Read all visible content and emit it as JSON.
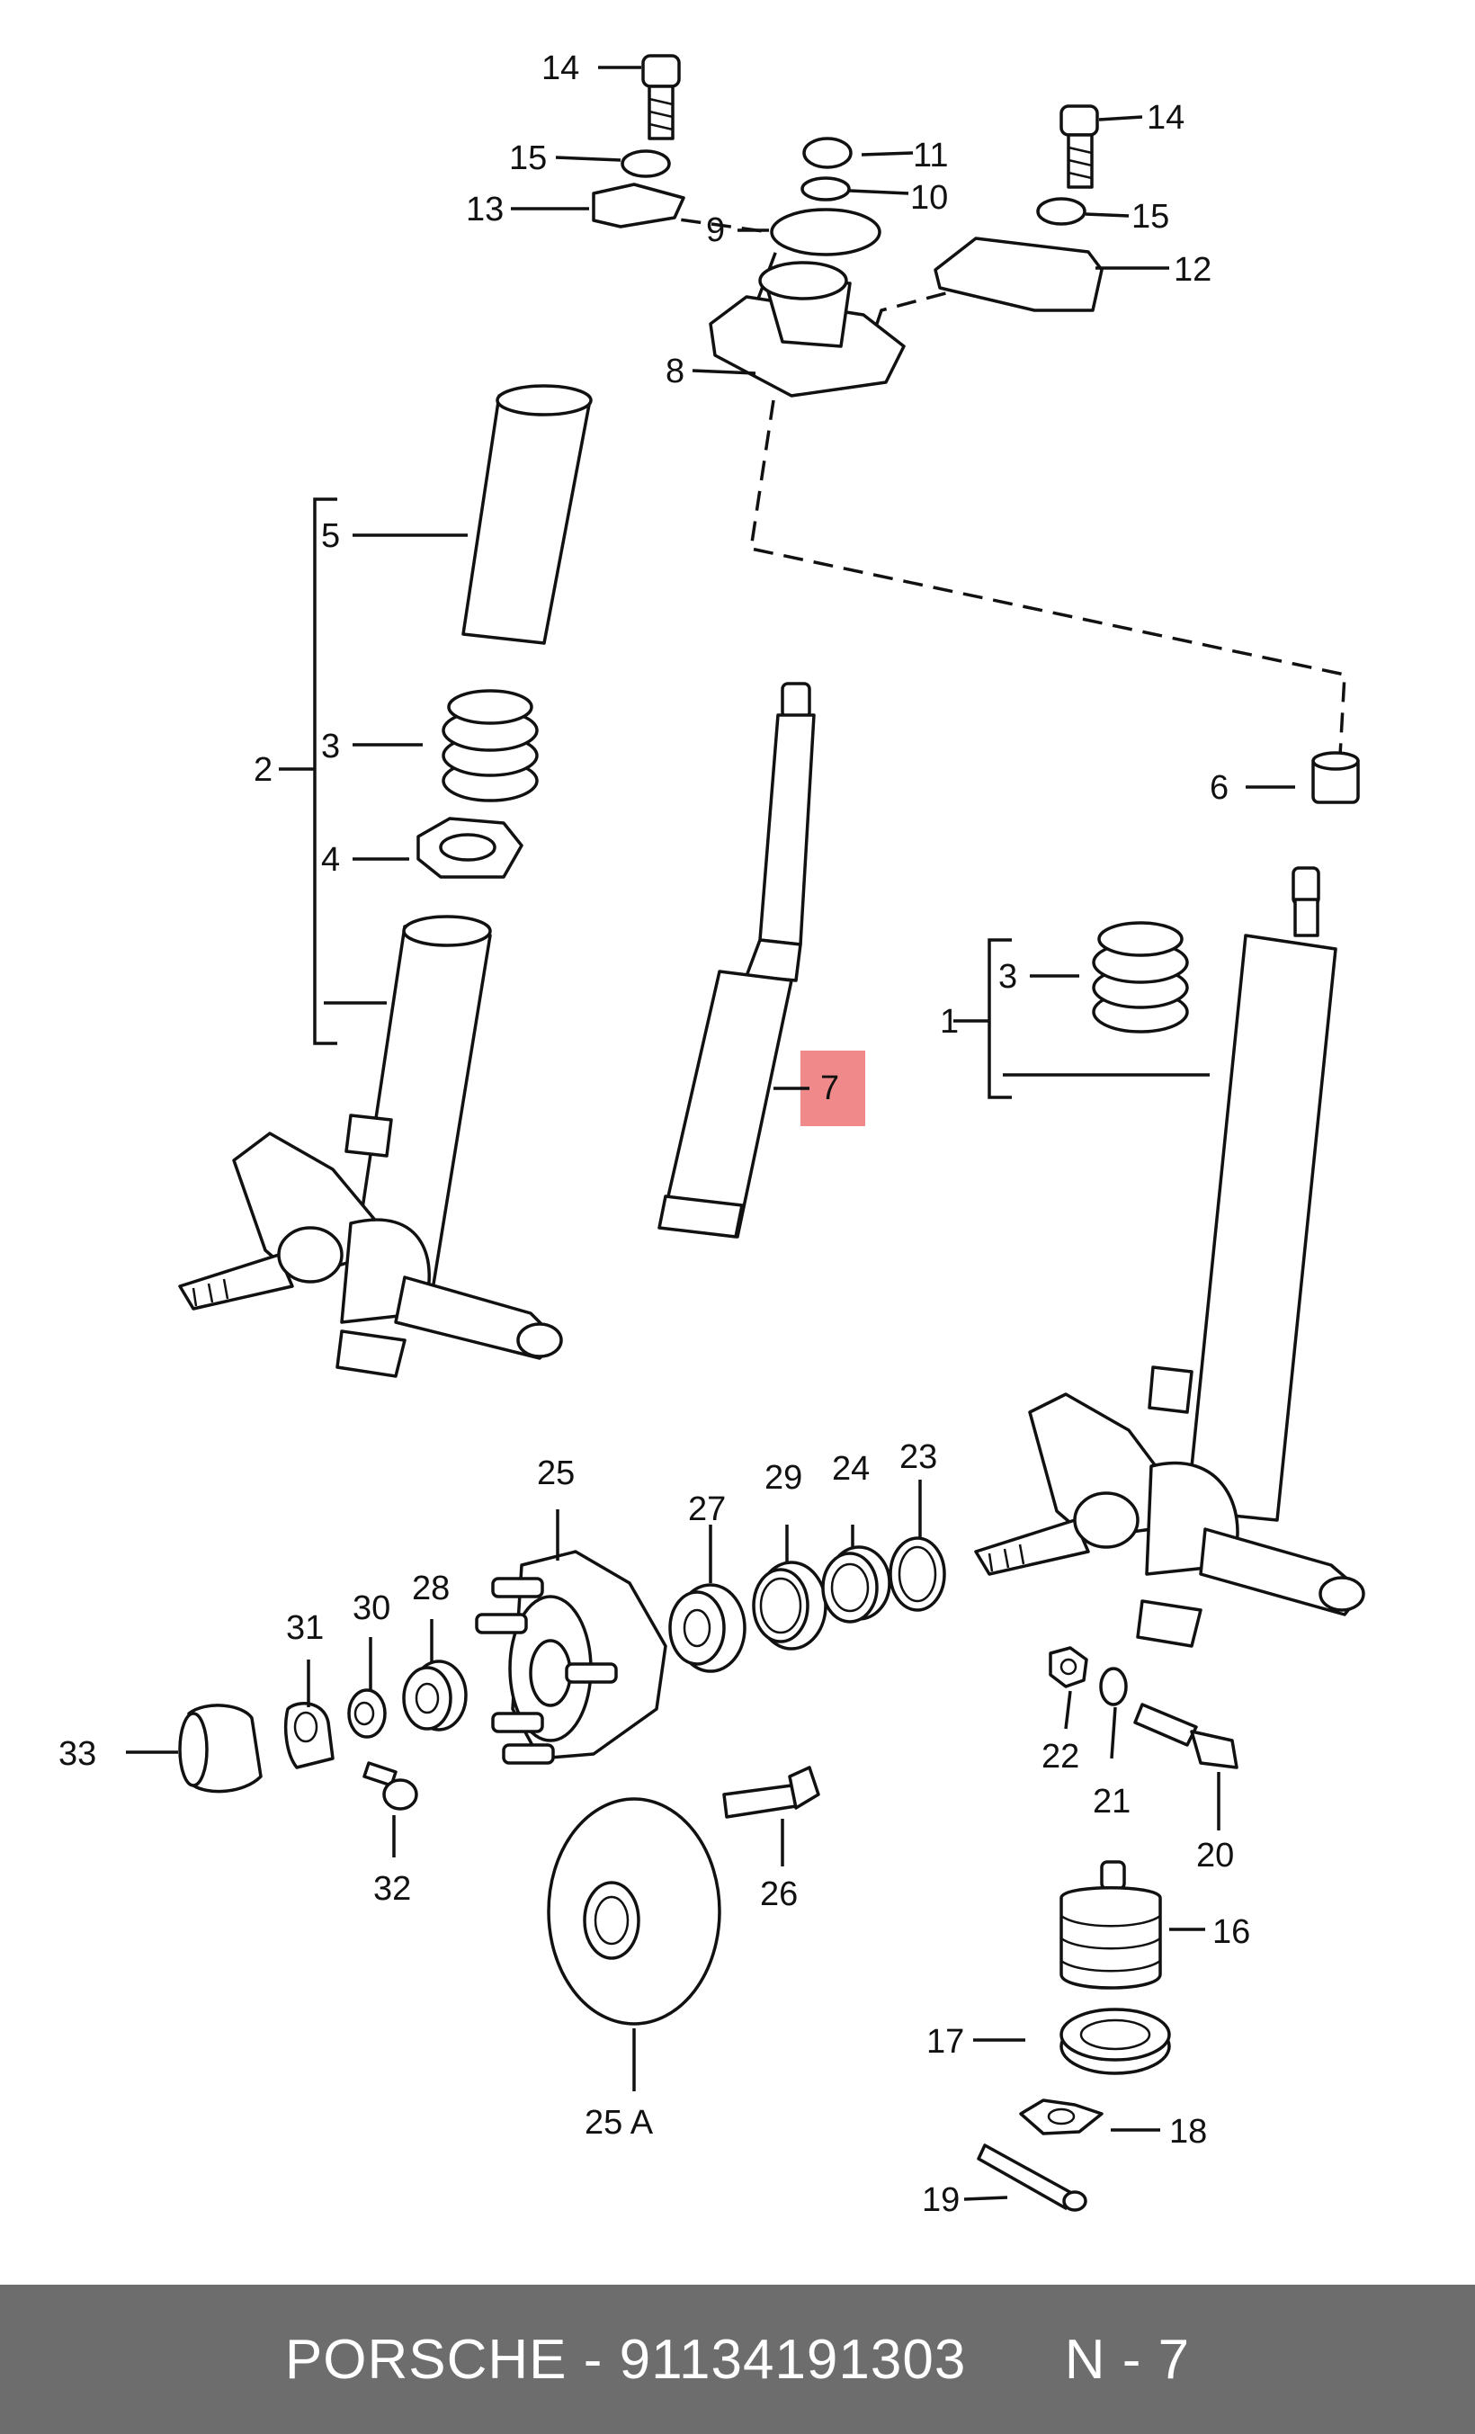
{
  "diagram": {
    "highlight_color": "#f08a8a",
    "highlighted_part": "7",
    "labels": {
      "p1": "1",
      "p2": "2",
      "p3a": "3",
      "p3b": "3",
      "p4": "4",
      "p5": "5",
      "p6": "6",
      "p7": "7",
      "p8": "8",
      "p9": "9",
      "p10": "10",
      "p11": "11",
      "p12": "12",
      "p13": "13",
      "p14a": "14",
      "p14b": "14",
      "p15a": "15",
      "p15b": "15",
      "p16": "16",
      "p17": "17",
      "p18": "18",
      "p19": "19",
      "p20": "20",
      "p21": "21",
      "p22": "22",
      "p23": "23",
      "p24": "24",
      "p25": "25",
      "p25a": "25 A",
      "p26": "26",
      "p27": "27",
      "p28": "28",
      "p29": "29",
      "p30": "30",
      "p31": "31",
      "p32": "32",
      "p33": "33"
    }
  },
  "footer": {
    "brand": "PORSCHE",
    "separator1": " - ",
    "part_number": "91134191303",
    "gap": "      ",
    "section": "N",
    "separator2": " - ",
    "section_number": "7",
    "background": "#6d6d6d"
  }
}
